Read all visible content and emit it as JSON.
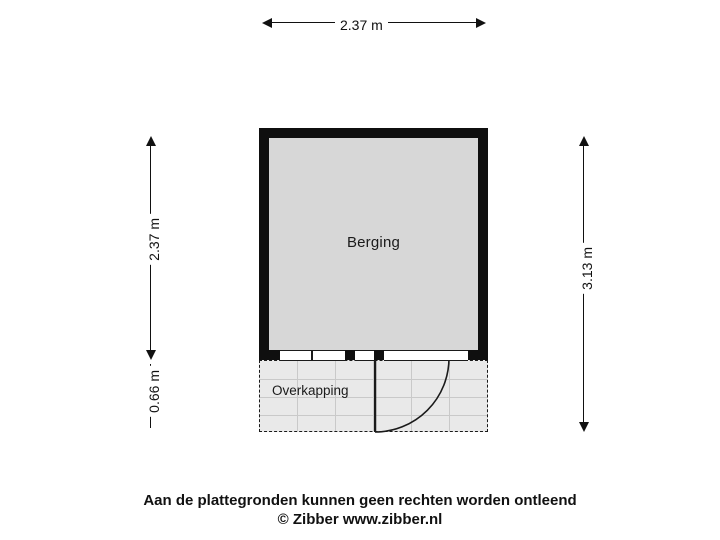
{
  "plan": {
    "rooms": [
      {
        "name": "Berging",
        "label": "Berging"
      },
      {
        "name": "Overkapping",
        "label": "Overkapping"
      }
    ],
    "dimensions": {
      "top": {
        "value": "2.37 m",
        "orientation": "horizontal"
      },
      "left_upper": {
        "value": "2.37 m",
        "orientation": "vertical"
      },
      "left_lower": {
        "value": "0.66 m",
        "orientation": "vertical"
      },
      "right": {
        "value": "3.13 m",
        "orientation": "vertical"
      }
    }
  },
  "footer": {
    "disclaimer": "Aan de plattegronden kunnen geen rechten worden ontleend",
    "copyright": "© Zibber www.zibber.nl"
  },
  "colors": {
    "wall": "#0f0f0f",
    "room_fill": "#d7d7d7",
    "canopy_fill": "#e9e9e9",
    "background": "#ffffff",
    "text": "#111111"
  }
}
